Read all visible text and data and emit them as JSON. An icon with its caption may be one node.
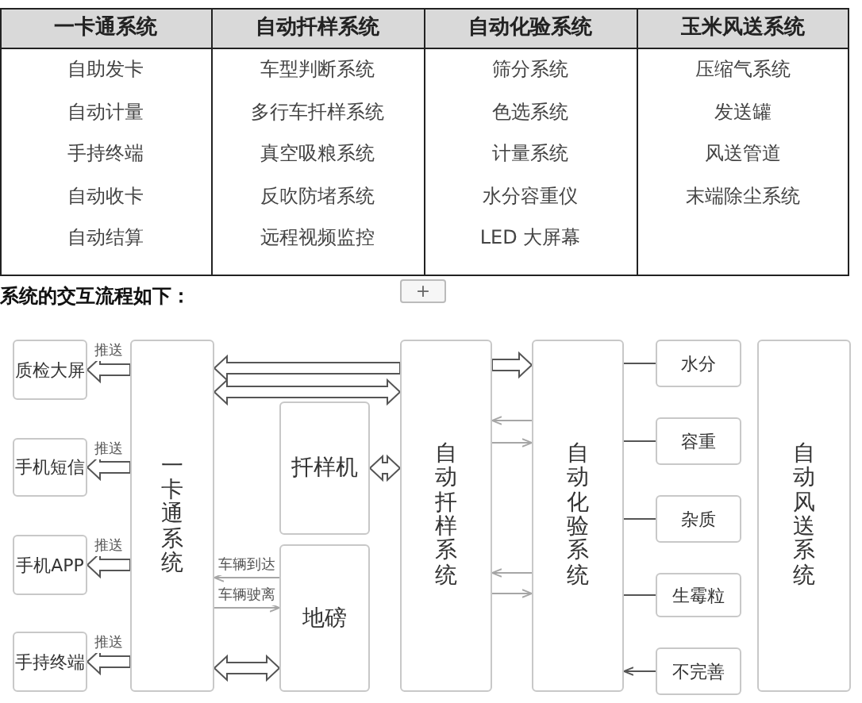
{
  "diagram": {
    "nodes": [
      {
        "text": [
          "质检大屏"
        ]
      },
      {
        "text": [
          "手机短信"
        ]
      },
      {
        "text": [
          "手机APP"
        ]
      },
      {
        "text": [
          "手持终端"
        ]
      },
      {
        "text": [
          "一卡通系统"
        ]
      },
      {
        "text": [
          "扦样机"
        ]
      },
      {
        "text": [
          "地磅"
        ]
      },
      {
        "text": [
          "自动扦样系统"
        ]
      },
      {
        "text": [
          "自动化验系统"
        ]
      },
      {
        "text": [
          "水分"
        ]
      },
      {
        "text": [
          "容重"
        ]
      },
      {
        "text": [
          "杂质"
        ]
      },
      {
        "text": [
          "生霉粒"
        ]
      },
      {
        "text": [
          "不完善"
        ]
      },
      {
        "text": [
          "自动风送系统"
        ]
      }
    ],
    "edges": [
      {
        "from": 4,
        "to": 0,
        "arrow": "to",
        "label": "推送",
        "style": "thick"
      },
      {
        "from": 4,
        "to": 1,
        "arrow": "to",
        "label": "推送",
        "style": "thick"
      },
      {
        "from": 4,
        "to": 2,
        "arrow": "to",
        "label": "推送",
        "style": "thick"
      },
      {
        "from": 4,
        "to": 3,
        "arrow": "to",
        "label": "推送",
        "style": "thick"
      },
      {
        "from": 7,
        "to": 4,
        "arrow": "to",
        "style": "thick"
      },
      {
        "from": 4,
        "to": 7,
        "arrow": "both",
        "style": "thick"
      },
      {
        "from": 5,
        "to": 7,
        "arrow": "both",
        "style": "thick"
      },
      {
        "from": 6,
        "to": 4,
        "arrow": "to",
        "label": "车辆到达",
        "color": "#a6a6a6"
      },
      {
        "from": 4,
        "to": 6,
        "arrow": "to",
        "label": "车辆驶离",
        "color": "#a6a6a6"
      },
      {
        "from": 4,
        "to": 6,
        "arrow": "both",
        "style": "thick"
      },
      {
        "from": 7,
        "to": 8,
        "arrow": "to",
        "style": "thick"
      },
      {
        "from": 8,
        "to": 7,
        "arrow": "to",
        "color": "#a6a6a6"
      },
      {
        "from": 7,
        "to": 8,
        "arrow": "to",
        "color": "#a6a6a6"
      },
      {
        "from": 8,
        "to": 7,
        "arrow": "to",
        "color": "#a6a6a6"
      },
      {
        "from": 7,
        "to": 8,
        "arrow": "to",
        "color": "#a6a6a6"
      },
      {
        "from": 8,
        "to": 9,
        "arrow": "none"
      },
      {
        "from": 8,
        "to": 10,
        "arrow": "none"
      },
      {
        "from": 8,
        "to": 11,
        "arrow": "none"
      },
      {
        "from": 8,
        "to": 12,
        "arrow": "none"
      },
      {
        "from": 13,
        "to": 8,
        "arrow": "to"
      }
    ],
    "labels": [
      "一卡通系统",
      "自动扦样系统",
      "自动化验系统",
      "玉米风送系统",
      "自助发卡",
      "车型判断系统",
      "筛分系统",
      "压缩气系统",
      "自动计量",
      "多行车扦样系统",
      "色选系统",
      "发送罐",
      "手持终端",
      "真空吸粮系统",
      "计量系统",
      "风送管道",
      "自动收卡",
      "反吹防堵系统",
      "水分容重仪",
      "末端除尘系统",
      "自动结算",
      "远程视频监控",
      "LED 大屏幕",
      "系统的交互流程如下：",
      "+"
    ]
  }
}
